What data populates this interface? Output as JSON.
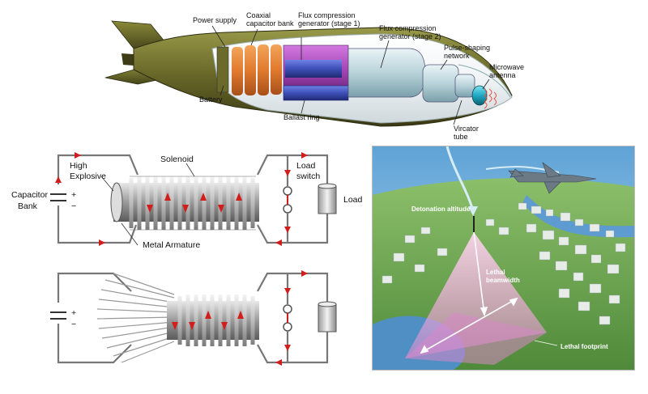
{
  "bomb": {
    "labels": {
      "power_supply": "Power supply",
      "coaxial_1": "Coaxial",
      "coaxial_2": "capacitor bank",
      "flux1_1": "Flux compression",
      "flux1_2": "generator (stage 1)",
      "flux2_1": "Flux compression",
      "flux2_2": "generator (stage 2)",
      "pulse_1": "Pulse-shaping",
      "pulse_2": "network",
      "microwave_1": "Microwave",
      "microwave_2": "antenna",
      "battery": "Battery",
      "ballast": "Ballast ring",
      "vircator_1": "Vircator",
      "vircator_2": "tube"
    }
  },
  "circuit": {
    "labels": {
      "high_explosive_1": "High",
      "high_explosive_2": "Explosive",
      "solenoid": "Solenoid",
      "load_switch_1": "Load",
      "load_switch_2": "switch",
      "load": "Load",
      "capacitor_1": "Capacitor",
      "capacitor_2": "Bank",
      "metal_armature": "Metal Armature",
      "plus": "+",
      "minus": "−"
    }
  },
  "scene": {
    "labels": {
      "detonation": "Detonation altitude",
      "lethal_beam_1": "Lethal",
      "lethal_beam_2": "beamwidth",
      "lethal_footprint": "Lethal footprint"
    }
  },
  "colors": {
    "bomb_body": "#6b6a2a",
    "capacitor": "#e07a2e",
    "flux_stage1": "#a545b5",
    "ballast": "#3d4fb8",
    "sky": "#7fbbe0",
    "arrow": "#d21d1d"
  }
}
